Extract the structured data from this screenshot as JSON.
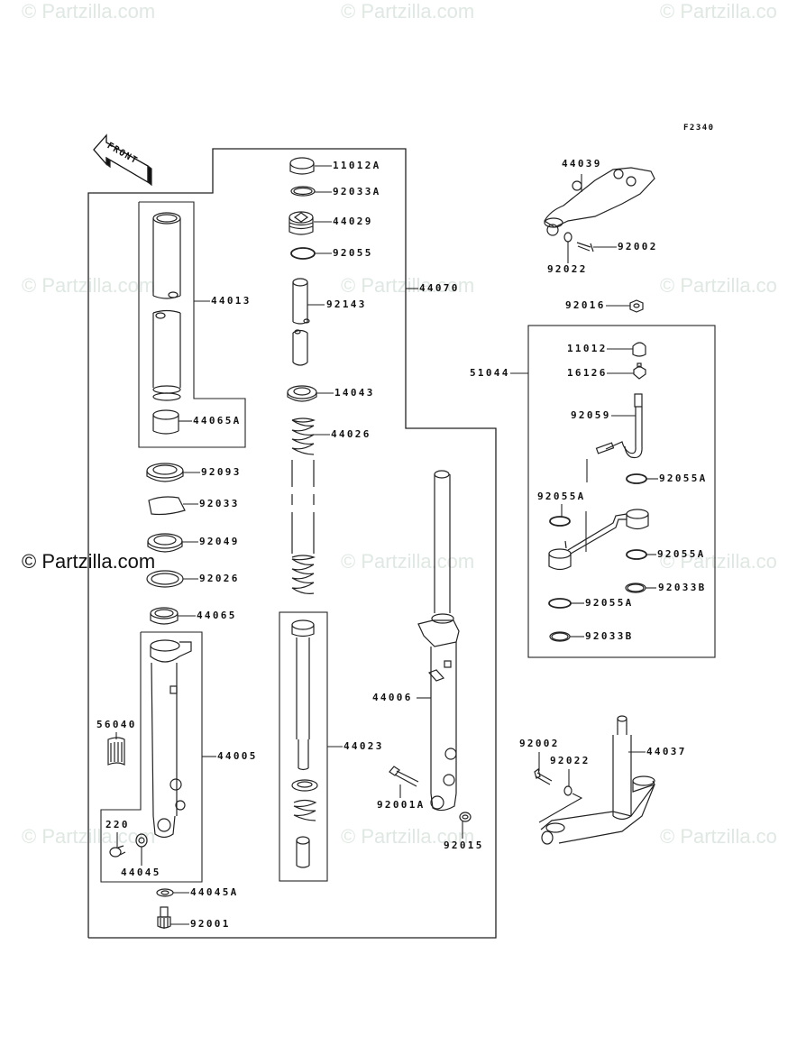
{
  "watermark": "© Partzilla.com",
  "watermark_partial": "© Partzilla.co",
  "diagram_code": "F2340",
  "front_arrow_label": "FRONT",
  "labels": {
    "p11012A": "11012A",
    "p92033A": "92033A",
    "p44029": "44029",
    "p92055": "92055",
    "p44070": "44070",
    "p92143": "92143",
    "p14043": "14043",
    "p44026": "44026",
    "p44013": "44013",
    "p44065A": "44065A",
    "p92093": "92093",
    "p92033": "92033",
    "p92049": "92049",
    "p92026": "92026",
    "p44065": "44065",
    "p56040": "56040",
    "p44005": "44005",
    "p220": "220",
    "p44045": "44045",
    "p44045A": "44045A",
    "p92001": "92001",
    "p44023": "44023",
    "p44006": "44006",
    "p92001A": "92001A",
    "p92015": "92015",
    "p44039": "44039",
    "p92002_top": "92002",
    "p92022_top": "92022",
    "p92016": "92016",
    "p51044": "51044",
    "p11012": "11012",
    "p16126": "16126",
    "p92059": "92059",
    "p92055A_1": "92055A",
    "p92055A_2": "92055A",
    "p92055A_3": "92055A",
    "p92033B_1": "92033B",
    "p92055A_4": "92055A",
    "p92033B_2": "92033B",
    "p92002_bot": "92002",
    "p92022_bot": "92022",
    "p44037": "44037"
  }
}
